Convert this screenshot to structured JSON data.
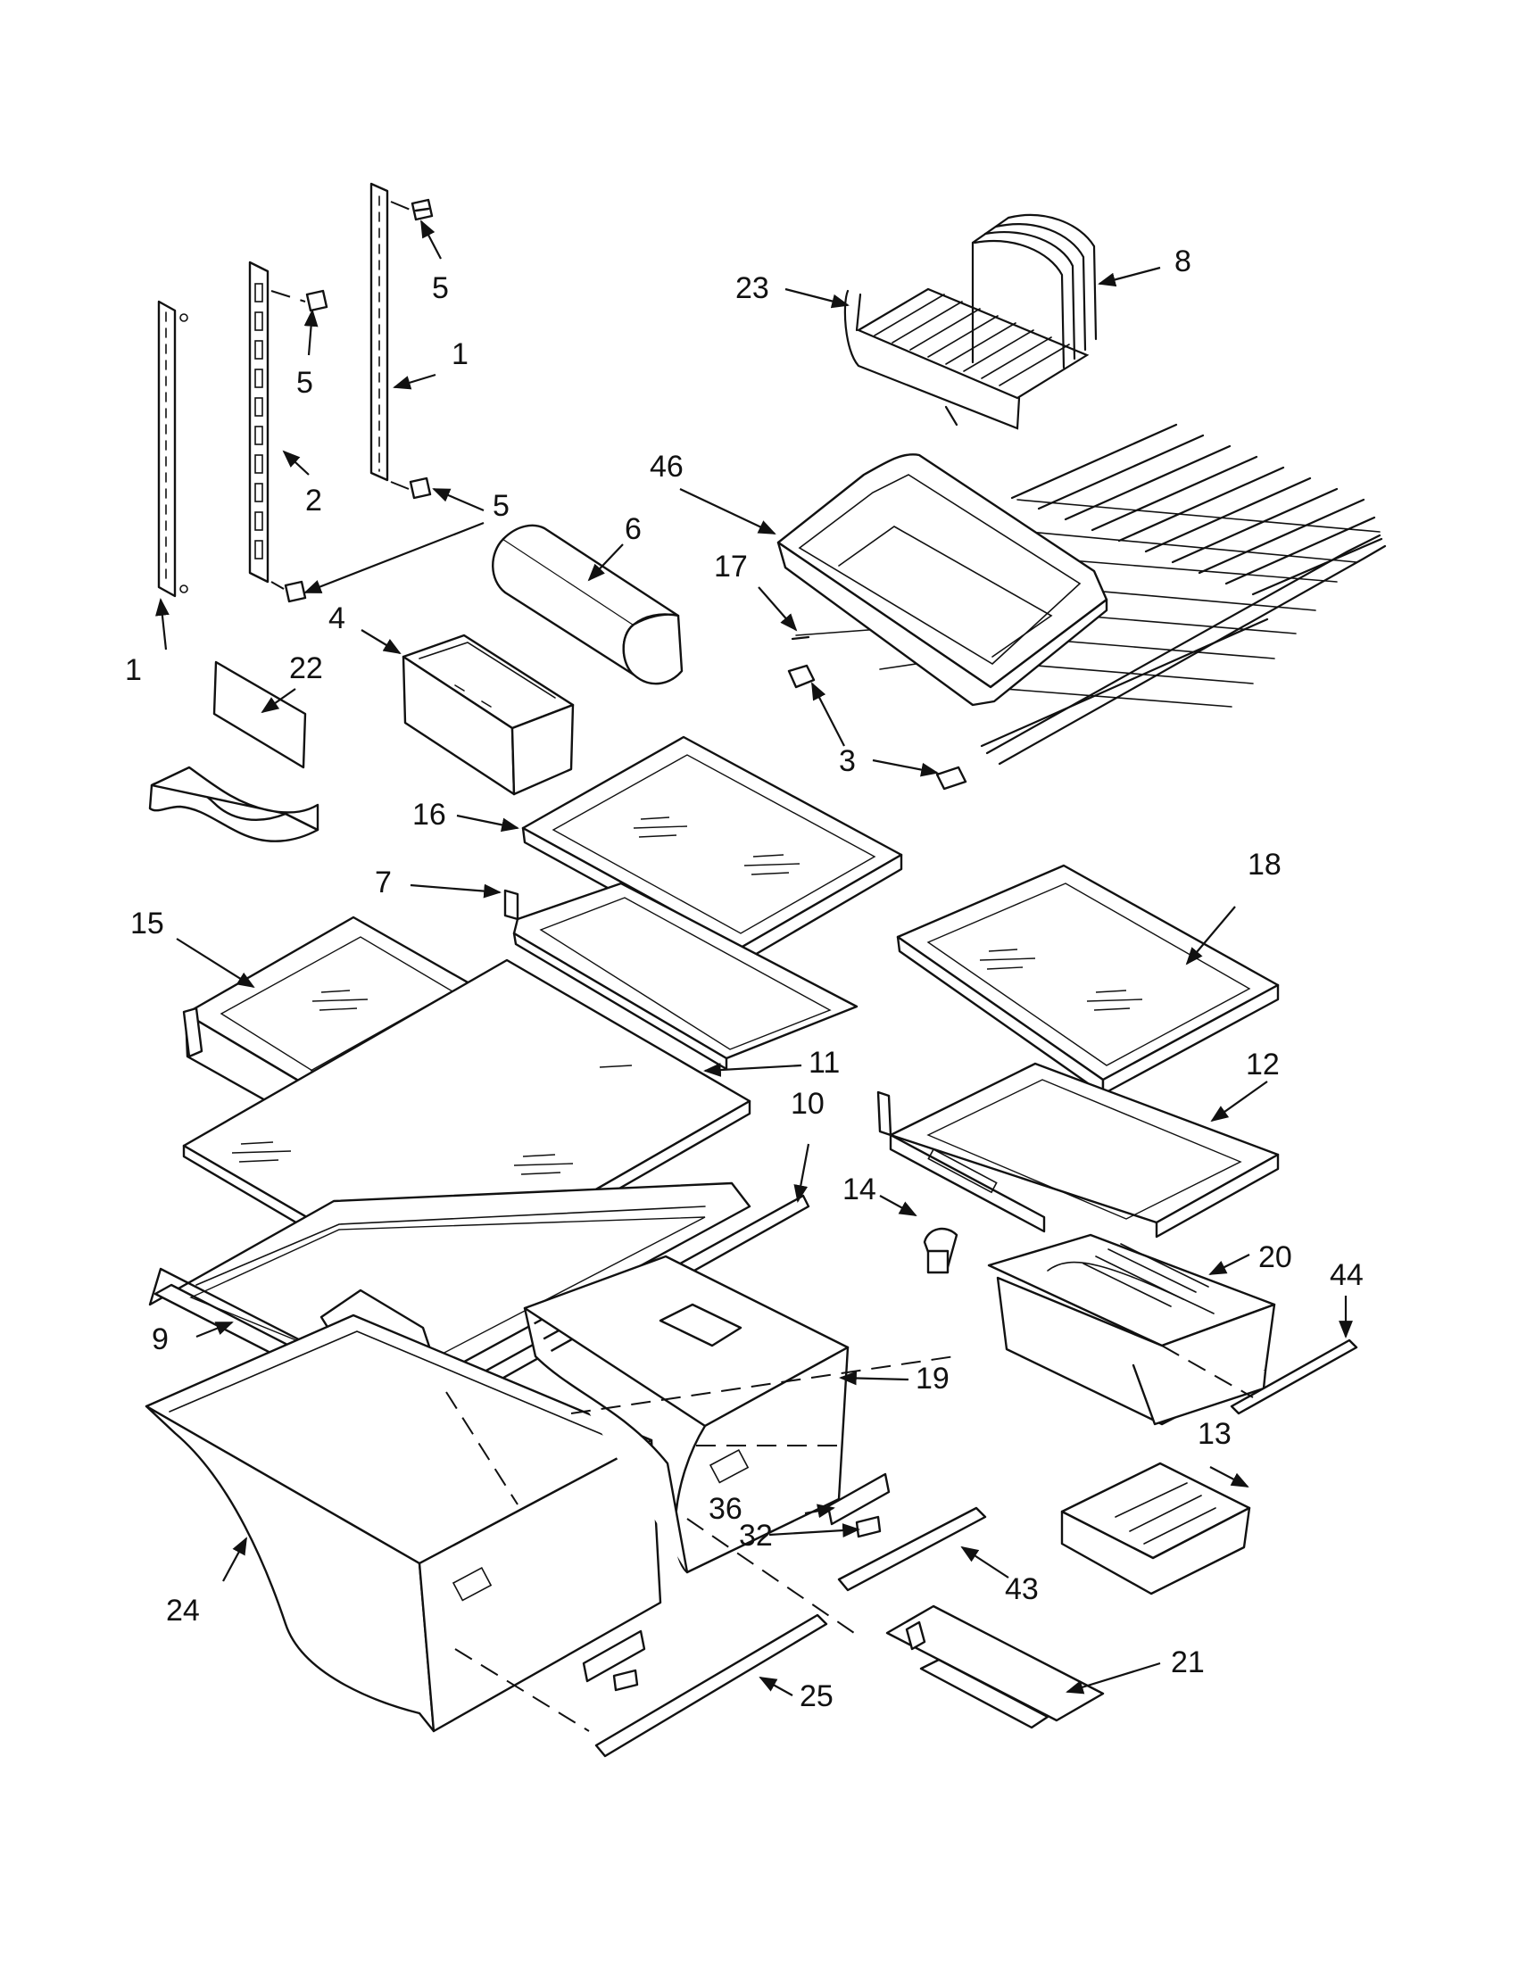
{
  "diagram": {
    "callouts": [
      "1",
      "1",
      "2",
      "3",
      "4",
      "5",
      "5",
      "5",
      "6",
      "7",
      "8",
      "9",
      "10",
      "11",
      "12",
      "13",
      "14",
      "15",
      "16",
      "17",
      "18",
      "19",
      "20",
      "21",
      "22",
      "23",
      "24",
      "25",
      "32",
      "36",
      "43",
      "44",
      "46"
    ]
  },
  "colors": {
    "line": "#111111",
    "background": "#ffffff"
  }
}
